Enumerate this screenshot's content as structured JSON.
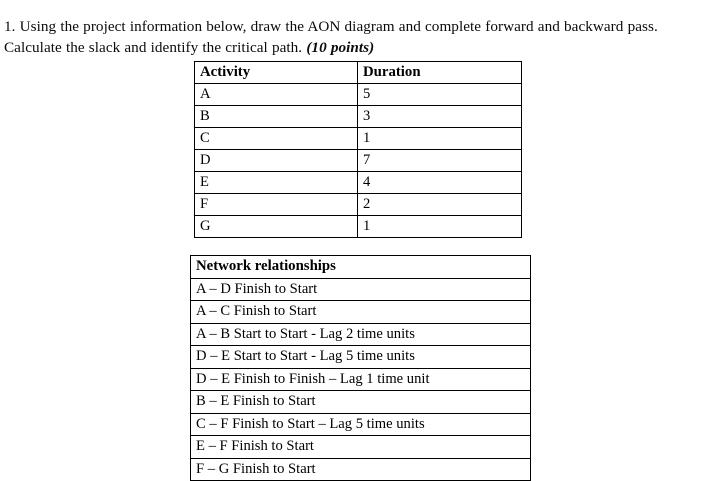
{
  "question": {
    "text_before_points": "1. Using the project information below, draw the AON diagram and complete forward and backward pass. Calculate the slack and identify the critical path. ",
    "points_label": "(10 points)"
  },
  "activity_table": {
    "headers": [
      "Activity",
      "Duration"
    ],
    "rows": [
      {
        "activity": "A",
        "duration": "5"
      },
      {
        "activity": "B",
        "duration": "3"
      },
      {
        "activity": "C",
        "duration": "1"
      },
      {
        "activity": "D",
        "duration": "7"
      },
      {
        "activity": "E",
        "duration": "4"
      },
      {
        "activity": "F",
        "duration": "2"
      },
      {
        "activity": "G",
        "duration": "1"
      }
    ]
  },
  "relationships_table": {
    "header": "Network relationships",
    "rows": [
      "A – D Finish to Start",
      "A – C Finish to Start",
      "A – B Start to Start  - Lag 2 time units",
      "D – E Start to Start  - Lag 5 time units",
      "D – E Finish to Finish – Lag 1 time unit",
      "B – E Finish to Start",
      "C – F Finish to Start – Lag 5 time units",
      "E – F Finish to Start",
      "F – G Finish to Start"
    ]
  },
  "colors": {
    "page_background": "#ffffff",
    "text": "#000000",
    "table_border": "#000000"
  }
}
